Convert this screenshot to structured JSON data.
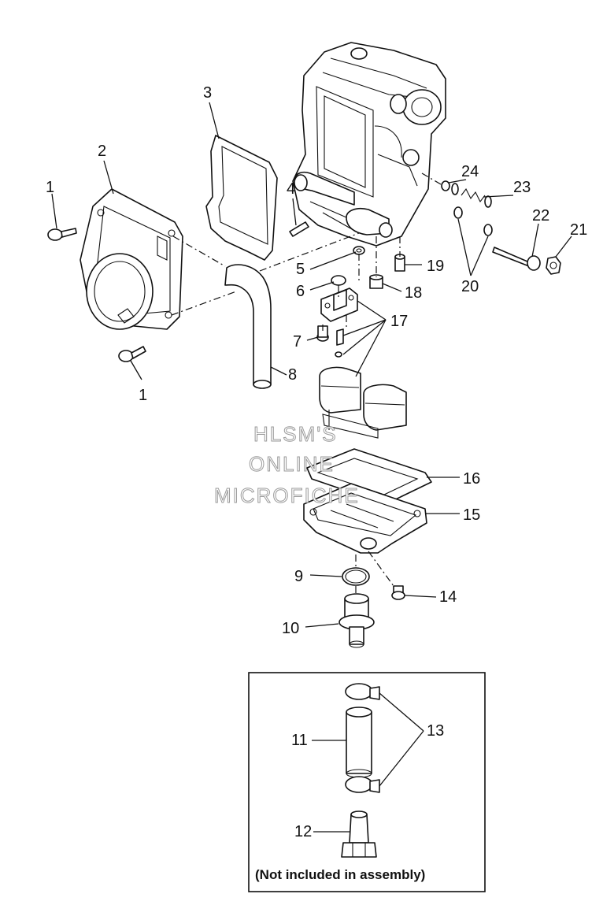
{
  "labels": {
    "l1a": "1",
    "l1b": "1",
    "l2": "2",
    "l3": "3",
    "l4": "4",
    "l5": "5",
    "l6": "6",
    "l7": "7",
    "l8": "8",
    "l9": "9",
    "l10": "10",
    "l11": "11",
    "l12": "12",
    "l13": "13",
    "l14": "14",
    "l15": "15",
    "l16": "16",
    "l17": "17",
    "l18": "18",
    "l19": "19",
    "l20": "20",
    "l21": "21",
    "l22": "22",
    "l23": "23",
    "l24": "24"
  },
  "watermark": {
    "line1": "HLSM'S",
    "line2": "ONLINE",
    "line3": "MICROFICHE"
  },
  "inset": {
    "note": "(Not included in assembly)"
  }
}
